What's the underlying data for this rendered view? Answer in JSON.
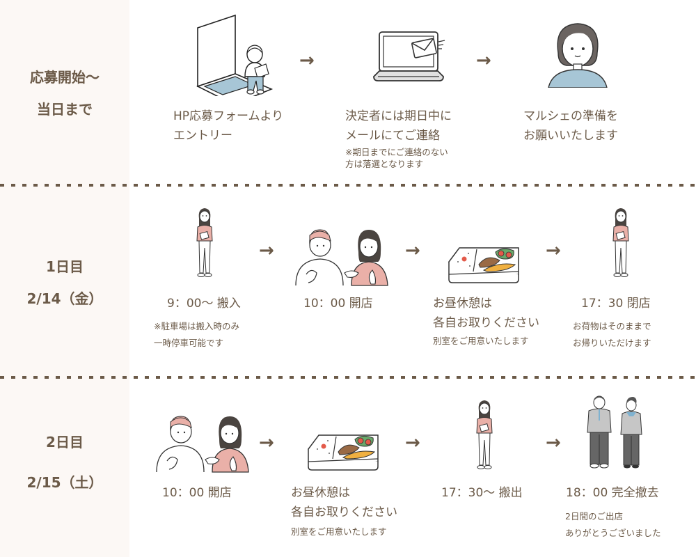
{
  "colors": {
    "text": "#6b5a48",
    "left_panel_bg": "#fcf8f5",
    "divider": "#6b5a48",
    "accent_blue": "#a7c6d6",
    "accent_pink": "#eab0a8",
    "suit_gray": "#bdbdbd"
  },
  "arrow_glyph": "→",
  "sections": [
    {
      "label_lines": [
        "応募開始〜",
        "当日まで"
      ],
      "steps": [
        {
          "icon": "person-on-laptop-icon",
          "title_lines": [
            "HP応募フォームより",
            "エントリー"
          ],
          "note_lines": []
        },
        {
          "icon": "laptop-mail-icon",
          "title_lines": [
            "決定者には期日中に",
            "メールにてご連絡"
          ],
          "note_lines": [
            "※期日までにご連絡のない",
            "方は落選となります"
          ]
        },
        {
          "icon": "woman-portrait-icon",
          "title_lines": [
            "マルシェの準備を",
            "お願いいたします"
          ],
          "note_lines": []
        }
      ]
    },
    {
      "label_lines": [
        "1日目",
        "2/14（金）"
      ],
      "steps": [
        {
          "icon": "standing-woman-icon",
          "title_lines": [
            "9：00〜 搬入"
          ],
          "note_lines": [
            "※駐車場は搬入時のみ",
            "一時停車可能です"
          ]
        },
        {
          "icon": "two-people-talking-icon",
          "title_lines": [
            "10：00 開店"
          ],
          "note_lines": []
        },
        {
          "icon": "bento-box-icon",
          "title_lines": [
            "お昼休憩は",
            "各自お取りください"
          ],
          "note_lines": [
            "別室をご用意いたします"
          ]
        },
        {
          "icon": "standing-woman-icon",
          "title_lines": [
            "17：30 閉店"
          ],
          "note_lines": [
            "お荷物はそのままで",
            "お帰りいただけます"
          ]
        }
      ]
    },
    {
      "label_lines": [
        "2日目",
        "2/15（土）"
      ],
      "steps": [
        {
          "icon": "two-people-talking-icon",
          "title_lines": [
            "10：00 開店"
          ],
          "note_lines": []
        },
        {
          "icon": "bento-box-icon",
          "title_lines": [
            "お昼休憩は",
            "各自お取りください"
          ],
          "note_lines": [
            "別室をご用意いたします"
          ]
        },
        {
          "icon": "standing-woman-icon",
          "title_lines": [
            "17：30〜 搬出"
          ],
          "note_lines": []
        },
        {
          "icon": "bowing-staff-icon",
          "title_lines": [
            "18：00 完全撤去"
          ],
          "note_lines": [
            "2日間のご出店",
            "ありがとうございました"
          ]
        }
      ]
    }
  ]
}
